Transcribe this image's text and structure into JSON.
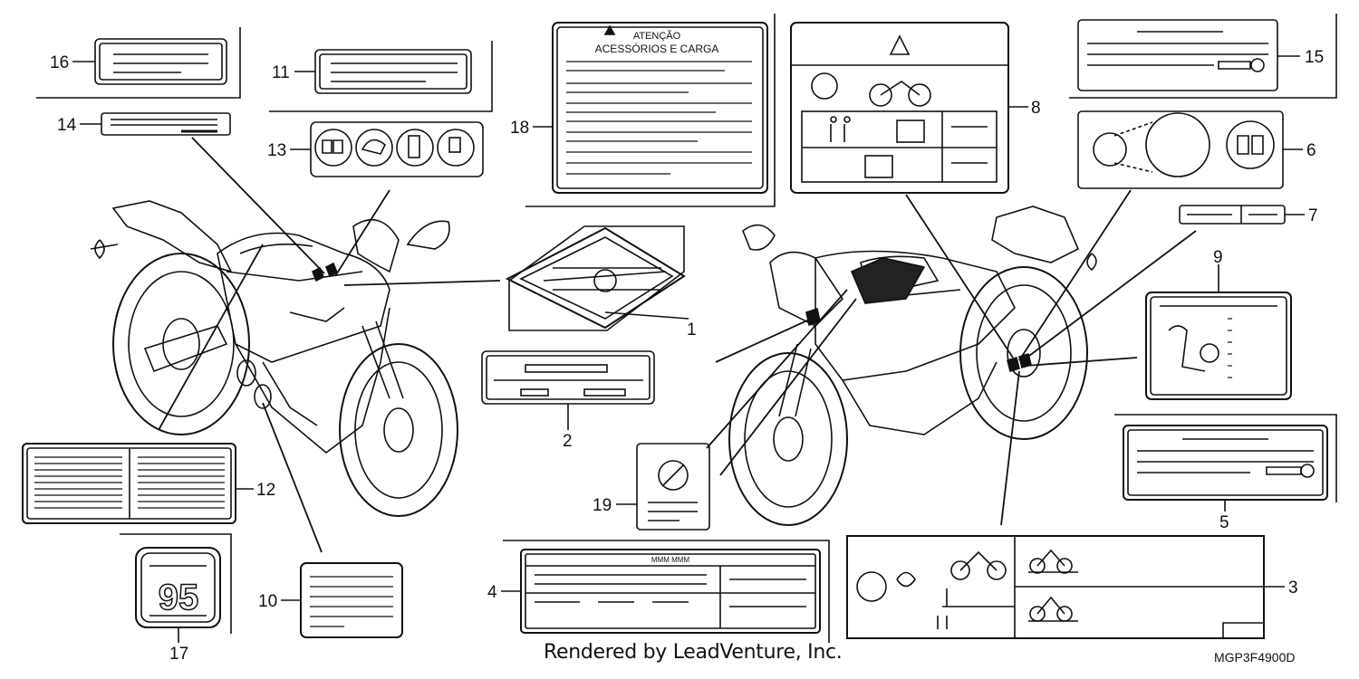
{
  "diagram": {
    "callouts": {
      "n1": "1",
      "n2": "2",
      "n3": "3",
      "n4": "4",
      "n5": "5",
      "n6": "6",
      "n7": "7",
      "n8": "8",
      "n9": "9",
      "n10": "10",
      "n11": "11",
      "n12": "12",
      "n13": "13",
      "n14": "14",
      "n15": "15",
      "n16": "16",
      "n17": "17",
      "n18": "18",
      "n19": "19"
    },
    "label18": {
      "title": "ATENÇÃO",
      "subtitle": "ACESSÓRIOS E CARGA"
    },
    "label17": {
      "octane": "95"
    },
    "label4": {
      "header": "MMM MMM"
    },
    "icons": {
      "manual": "manual-book-icon",
      "warning": "warning-triangle-icon",
      "motorcycle": "motorcycle-icon",
      "passengers": "rider-passenger-icon",
      "luggage": "luggage-icon",
      "fuel": "fuel-pump-icon",
      "helmet": "helmet-icon",
      "tire": "tire-icon",
      "nosmoking": "no-smoking-icon"
    }
  },
  "footer": {
    "credit": "Rendered by LeadVenture, Inc.",
    "code": "MGP3F4900D"
  }
}
